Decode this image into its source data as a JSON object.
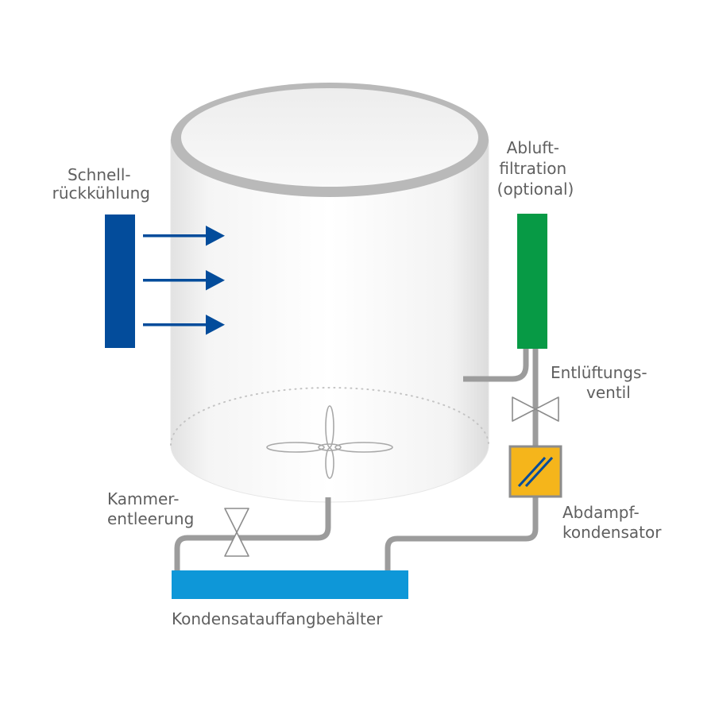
{
  "labels": {
    "rapid_cooling": [
      "Schnell-",
      "rückkühlung"
    ],
    "exhaust_filtration": [
      "Abluft-",
      "filtration",
      "(optional)"
    ],
    "vent_valve": [
      "Entlüftungs-",
      "ventil"
    ],
    "chamber_drain": [
      "Kammer-",
      "entleerung"
    ],
    "exhaust_condenser": [
      "Abdampf-",
      "kondensator"
    ],
    "condensate_tank": "Kondensatauffangbehälter"
  },
  "colors": {
    "cooler": "#034C9B",
    "arrow": "#034C9B",
    "filter": "#079A45",
    "condenser": "#F5B51B",
    "condenser_border": "#8C8C8C",
    "tank": "#0E97D8",
    "pipe": "#9C9C9C",
    "text": "#5F5F5F"
  }
}
